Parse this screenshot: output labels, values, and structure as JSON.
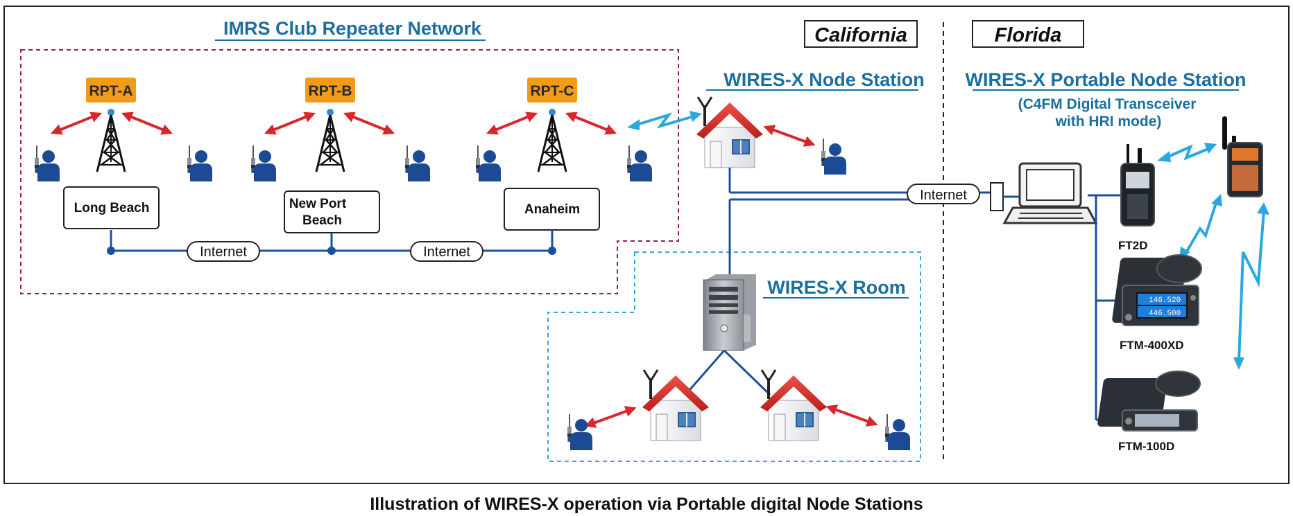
{
  "title": "IMRS Club Repeater Network",
  "regions": {
    "california": "California",
    "florida": "Florida"
  },
  "node_station": {
    "label": "WIRES-X Node Station"
  },
  "portable_node": {
    "label": "WIRES-X Portable Node Station",
    "desc_line1": "(C4FM Digital Transceiver",
    "desc_line2": "with HRI mode)"
  },
  "room": {
    "label": "WIRES-X Room"
  },
  "repeaters": [
    {
      "name": "RPT-A",
      "city_lines": [
        "Long Beach"
      ]
    },
    {
      "name": "RPT-B",
      "city_lines": [
        "New Port",
        "Beach"
      ]
    },
    {
      "name": "RPT-C",
      "city_lines": [
        "Anaheim"
      ]
    }
  ],
  "internet_labels": [
    "Internet",
    "Internet",
    "Internet"
  ],
  "devices": [
    {
      "model": "FT2D"
    },
    {
      "model": "FTM-400XD",
      "display_top": "146.520",
      "display_bottom": "446.500"
    },
    {
      "model": "FTM-100D"
    }
  ],
  "caption": "Illustration of WIRES-X operation via Portable digital Node Stations",
  "colors": {
    "heading": "#1a6fa0",
    "repeater_badge": "#f29a1a",
    "wire": "#1c4f9c",
    "radio_link_local": "#d9262c",
    "radio_link_wires": "#29a8e0",
    "roof": "#d8312c",
    "person": "#1d4a94",
    "club_border": "#9b1d5e",
    "room_border": "#3aa7d9"
  }
}
